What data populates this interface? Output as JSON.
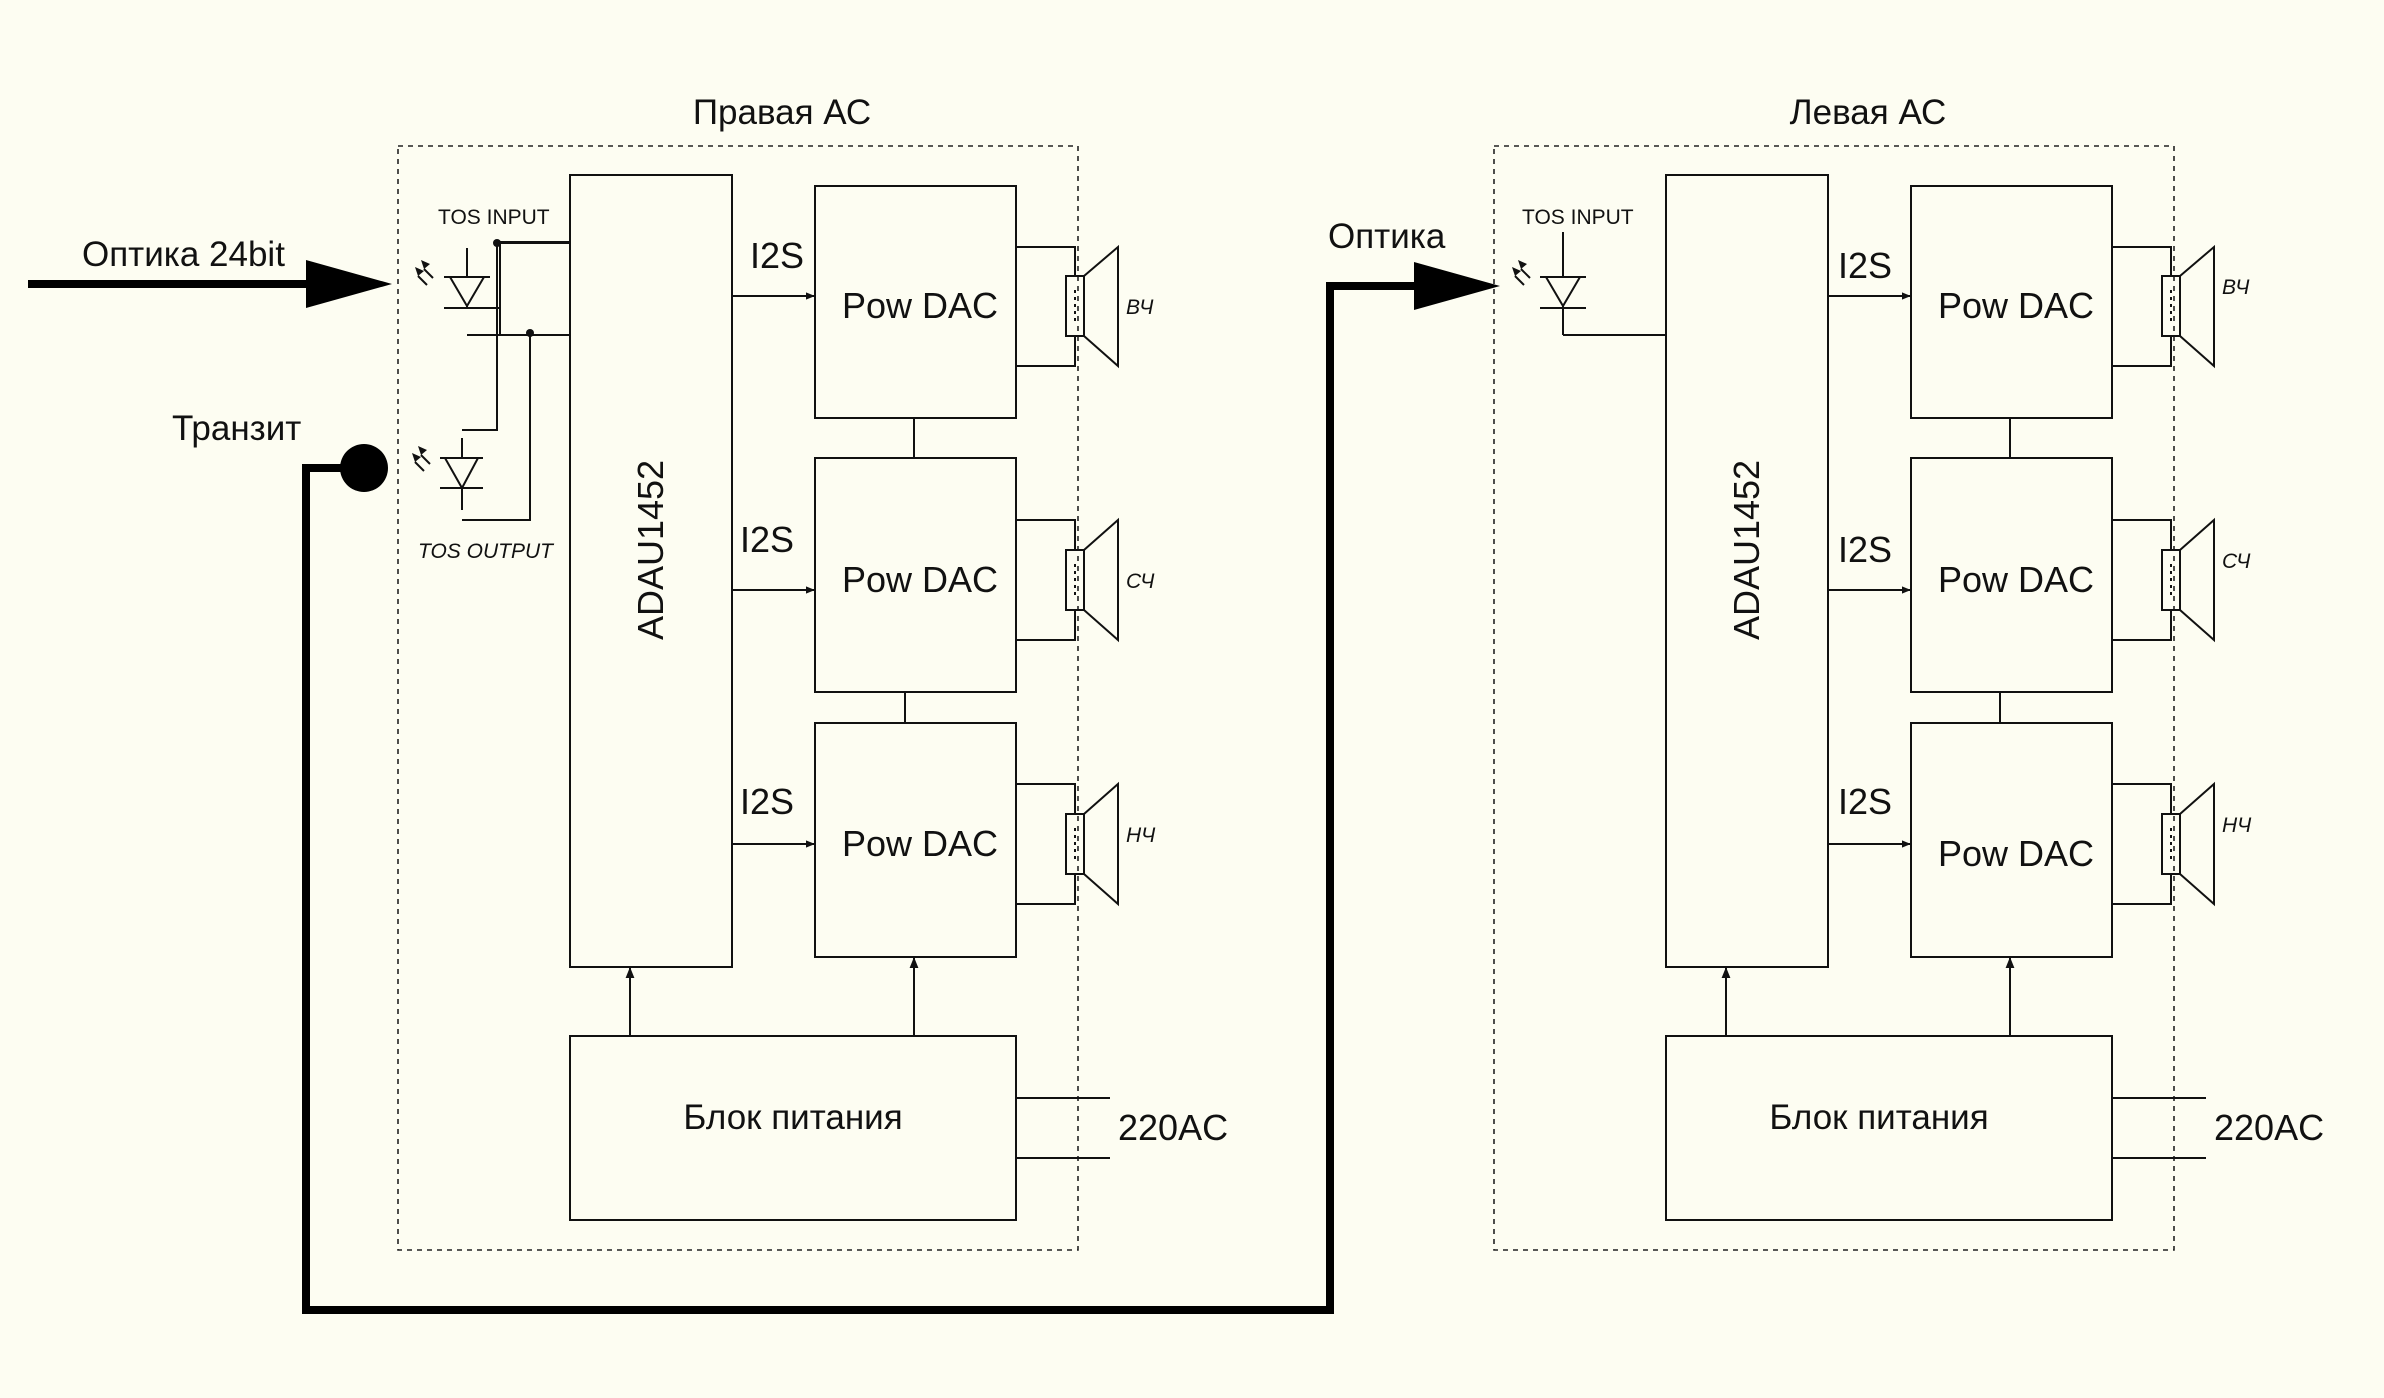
{
  "right_unit": {
    "title": "Правая АС",
    "tos_input": "TOS  INPUT",
    "tos_output": "TOS  OUTPUT",
    "processor": "ADAU1452",
    "bus_labels": [
      "I2S",
      "I2S",
      "I2S"
    ],
    "amp_labels": [
      "Pow DAC",
      "Pow DAC",
      "Pow DAC"
    ],
    "speaker_labels": [
      "ВЧ",
      "СЧ",
      "НЧ"
    ],
    "psu": "Блок питания",
    "mains": "220AC"
  },
  "left_unit": {
    "title": "Левая АС",
    "tos_input": "TOS INPUT",
    "processor": "ADAU1452",
    "bus_labels": [
      "I2S",
      "I2S",
      "I2S"
    ],
    "amp_labels": [
      "Pow DAC",
      "Pow DAC",
      "Pow DAC"
    ],
    "speaker_labels": [
      "ВЧ",
      "СЧ",
      "НЧ"
    ],
    "psu": "Блок питания",
    "mains": "220AC"
  },
  "signals": {
    "input": "Оптика 24bit",
    "transit": "Транзит",
    "optical_link": "Оптика"
  },
  "colors": {
    "background": "#fdfdf2",
    "ink": "#111111"
  }
}
